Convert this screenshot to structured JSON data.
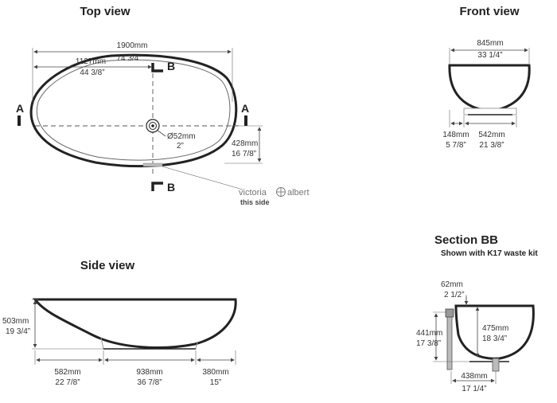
{
  "views": {
    "top": {
      "title": "Top view",
      "length_mm": "1900mm",
      "length_in": "74 3/4”",
      "offset_mm": "1127mm",
      "offset_in": "44 3/8”",
      "waste_mm": "Ø52mm",
      "waste_in": "2”",
      "width_mm": "428mm",
      "width_in": "16 7/8”",
      "section_a": "A",
      "section_b": "B",
      "brand_left": "victoria",
      "brand_right": "albert",
      "brand_note": "this side"
    },
    "front": {
      "title": "Front view",
      "width_mm": "845mm",
      "width_in": "33 1/4”",
      "left_mm": "148mm",
      "left_in": "5 7/8”",
      "base_mm": "542mm",
      "base_in": "21 3/8”"
    },
    "side": {
      "title": "Side view",
      "height_mm": "503mm",
      "height_in": "19 3/4”",
      "left_mm": "582mm",
      "left_in": "22 7/8”",
      "mid_mm": "938mm",
      "mid_in": "36 7/8”",
      "right_mm": "380mm",
      "right_in": "15”"
    },
    "section": {
      "title": "Section BB",
      "subtitle": "Shown with K17 waste kit",
      "rim_mm": "62mm",
      "rim_in": "2 1/2”",
      "height_mm": "441mm",
      "height_in": "17 3/8”",
      "depth_mm": "475mm",
      "depth_in": "18 3/4”",
      "base_mm": "438mm",
      "base_in": "17 1/4”"
    }
  },
  "colors": {
    "line": "#222222",
    "dim": "#444444",
    "brand": "#777777"
  }
}
